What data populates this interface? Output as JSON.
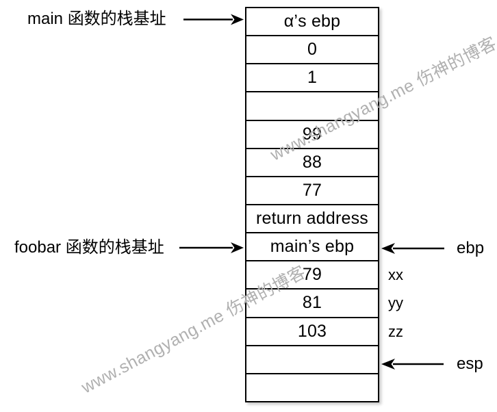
{
  "diagram": {
    "title_hint": "function call stack layout diagram",
    "stack": {
      "cells": [
        "α’s ebp",
        "0",
        "1",
        "",
        "99",
        "88",
        "77",
        "return address",
        "main’s ebp",
        "79",
        "81",
        "103",
        "",
        ""
      ]
    },
    "left_annotations": {
      "main_base_label": "main 函数的栈基址",
      "foobar_base_label": "foobar 函数的栈基址"
    },
    "right_annotations": {
      "ebp_label": "ebp",
      "esp_label": "esp",
      "vars": [
        "xx",
        "yy",
        "zz"
      ]
    },
    "watermark": {
      "text": "www.shangyang.me 伤神的博客",
      "color": "#b0b0b0"
    },
    "colors": {
      "border": "#000000",
      "background": "#ffffff",
      "text": "#000000"
    }
  }
}
